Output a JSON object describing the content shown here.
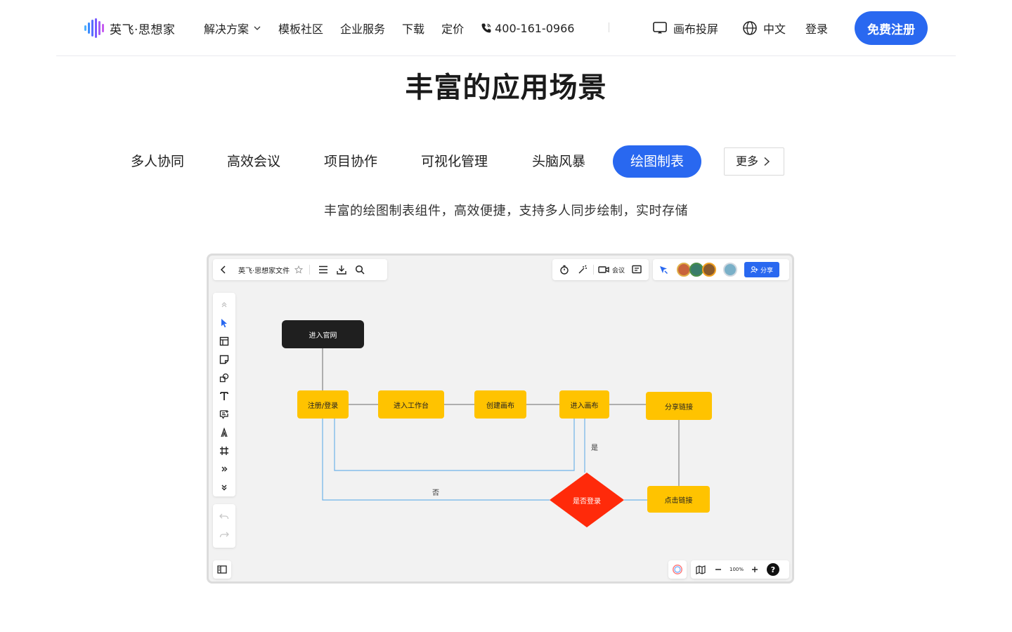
{
  "nav": {
    "logo_text": "英飞·思想家",
    "menu": [
      {
        "label": "解决方案",
        "has_dropdown": true
      },
      {
        "label": "模板社区"
      },
      {
        "label": "企业服务"
      },
      {
        "label": "下载"
      },
      {
        "label": "定价"
      }
    ],
    "phone": "400-161-0966",
    "cast_label": "画布投屏",
    "language_label": "中文",
    "login_label": "登录",
    "register_label": "免费注册"
  },
  "section": {
    "title": "丰富的应用场景",
    "tabs": [
      "多人协同",
      "高效会议",
      "项目协作",
      "可视化管理",
      "头脑风暴",
      "绘图制表"
    ],
    "active_tab": "绘图制表",
    "more_label": "更多",
    "description": "丰富的绘图制表组件，高效便捷，支持多人同步绘制，实时存储"
  },
  "app": {
    "file_title": "英飞·思想家文件",
    "meeting_label": "会议",
    "share_label": "分享",
    "zoom_level": "100%",
    "help_label": "?",
    "flowchart": {
      "nodes": {
        "start": "进入官网",
        "register": "注册/登录",
        "workspace": "进入工作台",
        "create": "创建画布",
        "enter_canvas": "进入画布",
        "share_link": "分享链接",
        "click_link": "点击链接",
        "decision": "是否登录"
      },
      "edge_yes": "是",
      "edge_no": "否"
    }
  },
  "colors": {
    "brand": "#2968f0",
    "node_yellow": "#ffc300",
    "node_black": "#1f1f1f",
    "decision_red": "#ff2a0a",
    "connector_blue": "#6fb4e8"
  }
}
